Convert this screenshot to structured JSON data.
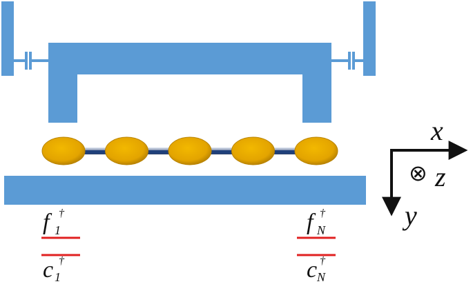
{
  "colors": {
    "electrode": "#5b9bd5",
    "dot": "#e3a400",
    "dot_edge": "#b98300",
    "link": "#20407a",
    "level_line": "#e02020",
    "text": "#111111"
  },
  "labels": {
    "left_top": {
      "base": "f",
      "sub": "1",
      "sup": "†"
    },
    "left_bottom": {
      "base": "c",
      "sub": "1",
      "sup": "†"
    },
    "right_top": {
      "base": "f",
      "sub": "N",
      "sup": "†"
    },
    "right_bottom": {
      "base": "c",
      "sub": "N",
      "sup": "†"
    }
  },
  "axes": {
    "x": "x",
    "y": "y",
    "z": "z",
    "z_symbol": "⊗"
  },
  "chain": {
    "dot_count": 5
  }
}
